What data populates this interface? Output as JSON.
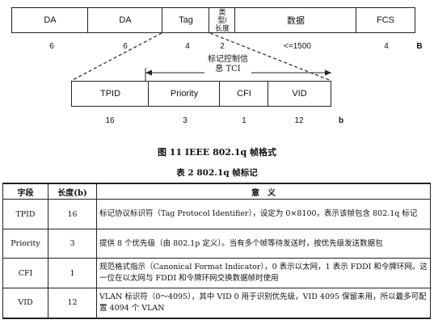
{
  "figure": {
    "frame": {
      "fields": [
        {
          "label": "DA",
          "size": "6"
        },
        {
          "label": "DA",
          "size": "6"
        },
        {
          "label": "Tag",
          "size": "4"
        },
        {
          "label": "类型/长度",
          "size": "2"
        },
        {
          "label": "数据",
          "size": "<=1500"
        },
        {
          "label": "FCS",
          "size": "4"
        }
      ],
      "unit": "B"
    },
    "tci": {
      "label": "标记控制信息 TCI",
      "fields": [
        {
          "label": "TPID",
          "size": "16"
        },
        {
          "label": "Priority",
          "size": "3"
        },
        {
          "label": "CFI",
          "size": "1"
        },
        {
          "label": "VID",
          "size": "12"
        }
      ],
      "unit": "b"
    },
    "caption": "图 11   IEEE 802.1q 帧格式"
  },
  "table": {
    "caption": "表 2   802.1q 帧标记",
    "headers": [
      "字段",
      "长度(b)",
      "意　义"
    ],
    "rows": [
      {
        "field": "TPID",
        "length": "16",
        "meaning": "标记协议标识符（Tag Protocol Identifier），设定为 0×8100，表示该帧包含 802.1q 标记"
      },
      {
        "field": "Priority",
        "length": "3",
        "meaning": "提供 8 个优先级（由 802.1p 定义）。当有多个帧等待发送时，按优先级发送数据包"
      },
      {
        "field": "CFI",
        "length": "1",
        "meaning": "规范格式指示（Canonical Format Indicator），0 表示以太网，1 表示 FDDI 和令牌环网。这一位在以太网与 FDDI 和令牌环网交换数据帧时使用"
      },
      {
        "field": "VID",
        "length": "12",
        "meaning": "VLAN 标识符（0～4095），其中 VID 0 用于识别优先级，VID 4095 保留未用，所以最多可配置 4094 个 VLAN"
      }
    ]
  }
}
